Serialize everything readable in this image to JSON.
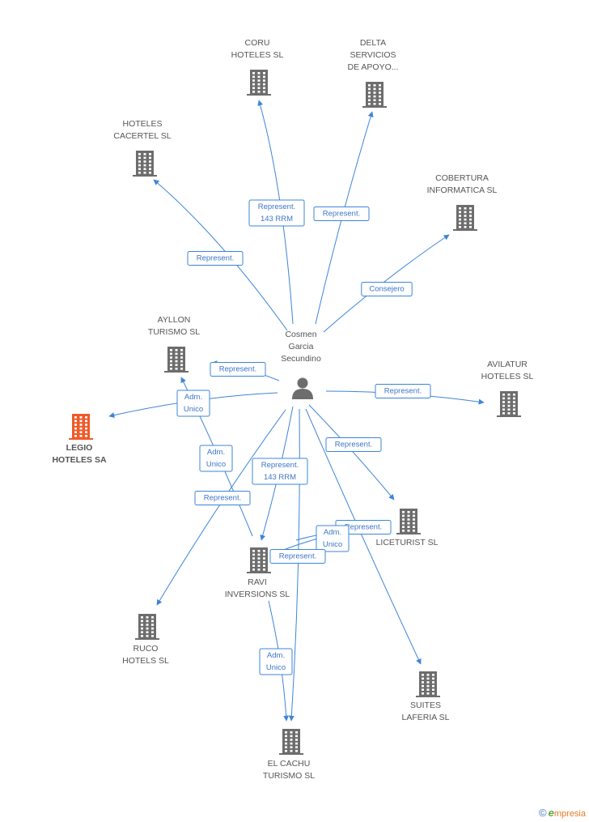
{
  "center": {
    "lines": [
      "Cosmen",
      "Garcia",
      "Secundino"
    ],
    "icon": "person-icon"
  },
  "colors": {
    "edge": "#3d85d8",
    "building": "#6d6d6d",
    "highlight": "#f05a28",
    "label": "#555555"
  },
  "nodes": [
    {
      "id": "coru",
      "lines": [
        "CORU",
        "HOTELES SL"
      ],
      "icon": "building-icon"
    },
    {
      "id": "delta",
      "lines": [
        "DELTA",
        "SERVICIOS",
        "DE APOYO..."
      ],
      "icon": "building-icon"
    },
    {
      "id": "cacertel",
      "lines": [
        "HOTELES",
        "CACERTEL SL"
      ],
      "icon": "building-icon"
    },
    {
      "id": "cobertura",
      "lines": [
        "COBERTURA",
        "INFORMATICA SL"
      ],
      "icon": "building-icon"
    },
    {
      "id": "ayllon",
      "lines": [
        "AYLLON",
        "TURISMO  SL"
      ],
      "icon": "building-icon"
    },
    {
      "id": "avilatur",
      "lines": [
        "AVILATUR",
        "HOTELES SL"
      ],
      "icon": "building-icon"
    },
    {
      "id": "legio",
      "lines": [
        "LEGIO",
        "HOTELES SA"
      ],
      "icon": "building-icon",
      "highlight": true
    },
    {
      "id": "liceturist",
      "lines": [
        "LICETURIST  SL"
      ],
      "icon": "building-icon"
    },
    {
      "id": "ravi",
      "lines": [
        "RAVI",
        "INVERSIONS SL"
      ],
      "icon": "building-icon"
    },
    {
      "id": "ruco",
      "lines": [
        "RUCO",
        "HOTELS SL"
      ],
      "icon": "building-icon"
    },
    {
      "id": "suites",
      "lines": [
        "SUITES",
        "LAFERIA  SL"
      ],
      "icon": "building-icon"
    },
    {
      "id": "elcachu",
      "lines": [
        "EL CACHU",
        "TURISMO  SL"
      ],
      "icon": "building-icon"
    }
  ],
  "edges": [
    {
      "from": "center",
      "to": "coru",
      "label": [
        "Represent.",
        "143 RRM"
      ]
    },
    {
      "from": "center",
      "to": "delta",
      "label": [
        "Represent."
      ]
    },
    {
      "from": "center",
      "to": "cacertel",
      "label": [
        "Represent."
      ]
    },
    {
      "from": "center",
      "to": "cobertura",
      "label": [
        "Consejero"
      ]
    },
    {
      "from": "center",
      "to": "ayllon",
      "label": [
        "Represent."
      ]
    },
    {
      "from": "center",
      "to": "avilatur",
      "label": [
        "Represent."
      ]
    },
    {
      "from": "center",
      "to": "legio",
      "label": [
        "Adm.",
        "Unico"
      ]
    },
    {
      "from": "ravi",
      "to": "ayllon",
      "label": [
        "Adm.",
        "Unico"
      ]
    },
    {
      "from": "center",
      "to": "liceturist",
      "label": [
        "Represent."
      ]
    },
    {
      "from": "center",
      "to": "ravi",
      "label": [
        "Represent.",
        "143 RRM"
      ]
    },
    {
      "from": "center",
      "to": "ruco",
      "label": [
        "Represent."
      ]
    },
    {
      "from": "ravi",
      "to": "liceturist",
      "label": [
        "Represent."
      ]
    },
    {
      "from": "ravi",
      "to": "liceturist",
      "label": [
        "Adm.",
        "Unico"
      ]
    },
    {
      "from": "center",
      "to": "suites",
      "label": [
        "Represent."
      ]
    },
    {
      "from": "center",
      "to": "elcachu",
      "label": []
    },
    {
      "from": "ravi",
      "to": "elcachu",
      "label": [
        "Adm.",
        "Unico"
      ]
    }
  ],
  "footer": {
    "copyright": "©",
    "brand_initial": "e",
    "brand_rest": "mpresia"
  }
}
